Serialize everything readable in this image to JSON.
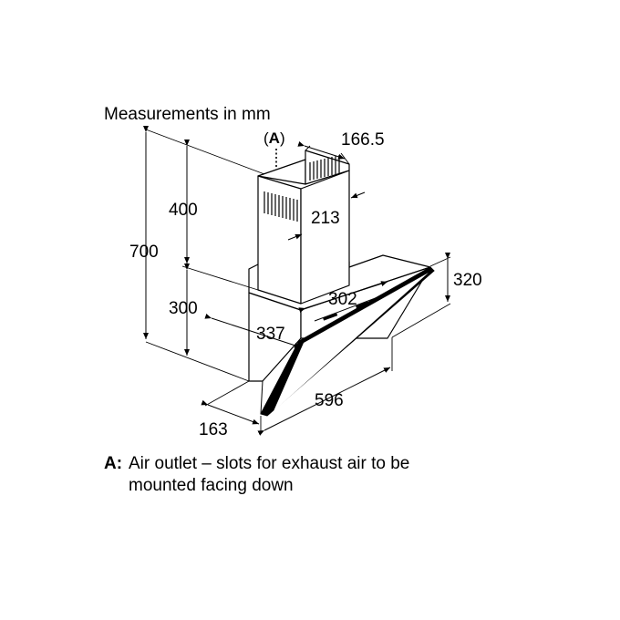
{
  "title": "Measurements in mm",
  "callout": {
    "open": "(",
    "key": "A",
    "close": ")"
  },
  "dimensions": {
    "chimney_depth": "166.5",
    "chimney_width": "213",
    "upper_height": "400",
    "total_height": "700",
    "lower_height": "300",
    "base_width": "302",
    "base_depth": "337",
    "glass_height": "320",
    "glass_width": "596",
    "bottom_depth": "163"
  },
  "legend": {
    "key": "A:",
    "line1": "Air outlet – slots for exhaust air to be",
    "line2": "mounted facing down"
  }
}
